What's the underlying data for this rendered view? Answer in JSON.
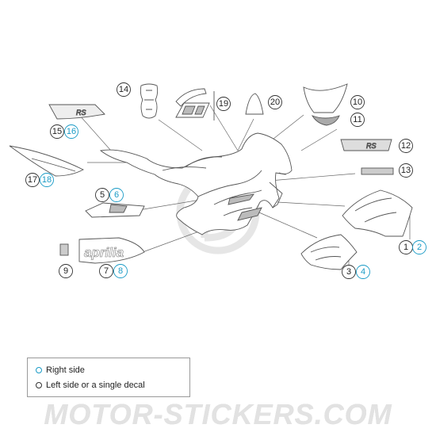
{
  "callouts": {
    "c1": "1",
    "c2": "2",
    "c3": "3",
    "c4": "4",
    "c5": "5",
    "c6": "6",
    "c7": "7",
    "c8": "8",
    "c9": "9",
    "c10": "10",
    "c11": "11",
    "c12": "12",
    "c13": "13",
    "c14": "14",
    "c15": "15",
    "c16": "16",
    "c17": "17",
    "c18": "18",
    "c19": "19",
    "c20": "20"
  },
  "decal_text": {
    "brand": "aprilia",
    "model": "RS"
  },
  "legend": {
    "right_side": "Right side",
    "left_or_single": "Left side or a single decal"
  },
  "watermark": "MOTOR-STICKERS.COM",
  "colors": {
    "right_side_accent": "#1a9bc6",
    "left_side_ink": "#333333",
    "line": "#555555"
  }
}
